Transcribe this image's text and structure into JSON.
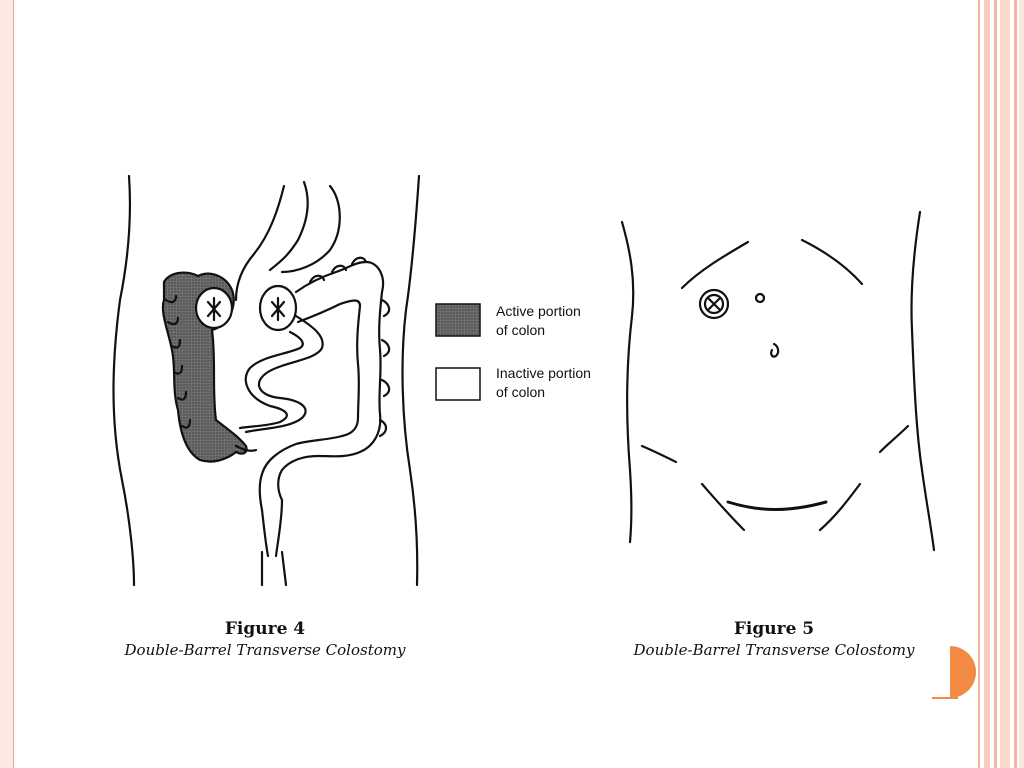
{
  "figure4": {
    "number": "Figure 4",
    "title": "Double-Barrel Transverse Colostomy"
  },
  "figure5": {
    "number": "Figure 5",
    "title": "Double-Barrel Transverse Colostomy"
  },
  "legend": {
    "active": {
      "line1": "Active portion",
      "line2": "of colon",
      "swatch_color": "#3a3a3a"
    },
    "inactive": {
      "line1": "Inactive portion",
      "line2": "of colon",
      "swatch_color": "#ffffff"
    }
  },
  "theme": {
    "frame_color": "#f4b5a0",
    "accent_color": "#f28a44",
    "ink_color": "#111111"
  }
}
